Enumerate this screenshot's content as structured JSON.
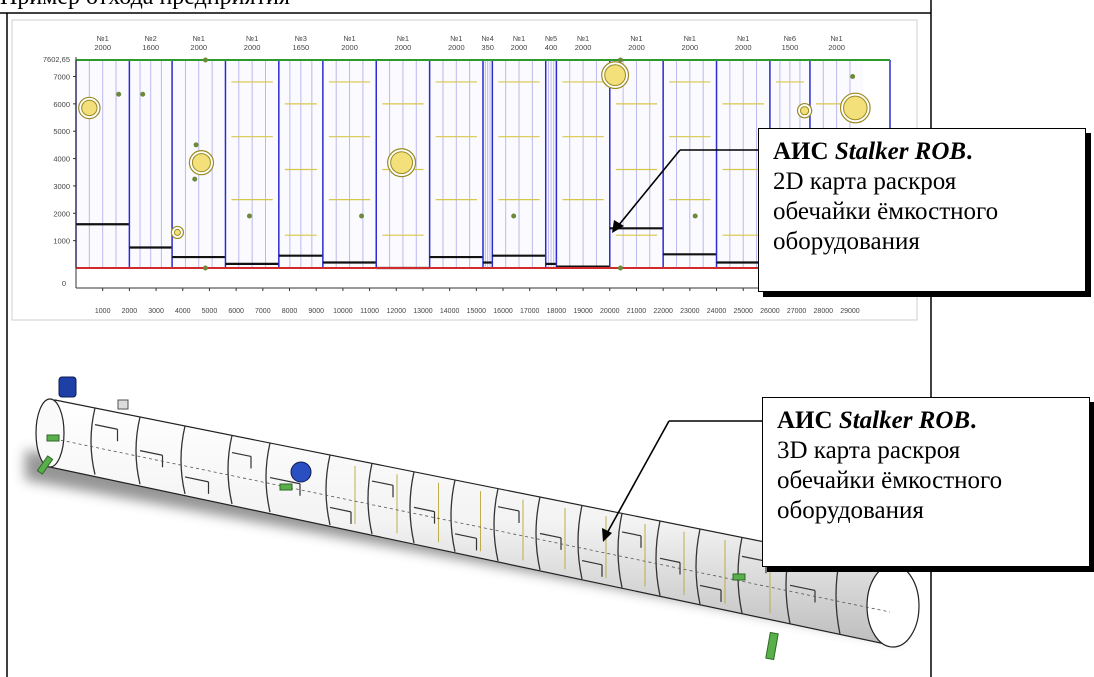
{
  "top_text_fragment": "Пример отхода предприятия",
  "callout_2d": {
    "prefix": "АИС ",
    "product": "Stalker ROB",
    "suffix": ".",
    "lines": [
      "2D  карта раскроя",
      "обечайки ёмкостного",
      "оборудования"
    ]
  },
  "callout_3d": {
    "prefix": "АИС ",
    "product": "Stalker ROB",
    "suffix": ".",
    "lines": [
      "3D  карта раскроя",
      "обечайки ёмкостного",
      "оборудования"
    ]
  },
  "chart_data": {
    "type": "cutting-map",
    "y_max_label": "7602,65",
    "y_ticks": [
      0,
      1000,
      2000,
      3000,
      4000,
      5000,
      6000,
      7000
    ],
    "x_ticks": [
      1000,
      2000,
      3000,
      4000,
      5000,
      6000,
      7000,
      8000,
      9000,
      10000,
      11000,
      12000,
      13000,
      14000,
      15000,
      16000,
      17000,
      18000,
      19000,
      20000,
      21000,
      22000,
      23000,
      24000,
      25000,
      26000,
      27000,
      28000,
      29000
    ],
    "xlim": [
      0,
      30500
    ],
    "ylim": [
      0,
      7602.65
    ],
    "sheets": [
      {
        "label": "№1",
        "width": "2000",
        "x0": 0,
        "x1": 2000,
        "fill": 1600
      },
      {
        "label": "№2",
        "width": "1600",
        "x0": 2000,
        "x1": 3600,
        "fill": 750
      },
      {
        "label": "№1",
        "width": "2000",
        "x0": 3600,
        "x1": 5600,
        "fill": 400
      },
      {
        "label": "№1",
        "width": "2000",
        "x0": 5600,
        "x1": 7600,
        "fill": 150
      },
      {
        "label": "№3",
        "width": "1650",
        "x0": 7600,
        "x1": 9250,
        "fill": 450
      },
      {
        "label": "№1",
        "width": "2000",
        "x0": 9250,
        "x1": 11250,
        "fill": 200
      },
      {
        "label": "№1",
        "width": "2000",
        "x0": 11250,
        "x1": 13250,
        "fill": 0
      },
      {
        "label": "№1",
        "width": "2000",
        "x0": 13250,
        "x1": 15250,
        "fill": 400
      },
      {
        "label": "№4",
        "width": "350",
        "x0": 15250,
        "x1": 15600,
        "fill": 200
      },
      {
        "label": "№1",
        "width": "2000",
        "x0": 15600,
        "x1": 17600,
        "fill": 450
      },
      {
        "label": "№5",
        "width": "400",
        "x0": 17600,
        "x1": 18000,
        "fill": 150
      },
      {
        "label": "№1",
        "width": "2000",
        "x0": 18000,
        "x1": 20000,
        "fill": 50
      },
      {
        "label": "№1",
        "width": "2000",
        "x0": 20000,
        "x1": 22000,
        "fill": 1450
      },
      {
        "label": "№1",
        "width": "2000",
        "x0": 22000,
        "x1": 24000,
        "fill": 500
      },
      {
        "label": "№1",
        "width": "2000",
        "x0": 24000,
        "x1": 26000,
        "fill": 200
      },
      {
        "label": "№6",
        "width": "1500",
        "x0": 26000,
        "x1": 27500,
        "fill": 0
      },
      {
        "label": "№1",
        "width": "2000",
        "x0": 27500,
        "x1": 29500,
        "fill": 0
      }
    ],
    "holes": [
      {
        "x": 500,
        "y": 5850,
        "r": 280
      },
      {
        "x": 4700,
        "y": 3850,
        "r": 330
      },
      {
        "x": 3800,
        "y": 1300,
        "r": 110
      },
      {
        "x": 12200,
        "y": 3850,
        "r": 400
      },
      {
        "x": 20200,
        "y": 7050,
        "r": 380
      },
      {
        "x": 27300,
        "y": 5750,
        "r": 150
      },
      {
        "x": 29200,
        "y": 5850,
        "r": 430
      }
    ],
    "dots": [
      {
        "x": 1600,
        "y": 6350
      },
      {
        "x": 2500,
        "y": 6350
      },
      {
        "x": 4500,
        "y": 4500
      },
      {
        "x": 4450,
        "y": 3250
      },
      {
        "x": 4850,
        "y": 7602
      },
      {
        "x": 4850,
        "y": 0
      },
      {
        "x": 6500,
        "y": 1900
      },
      {
        "x": 10700,
        "y": 1900
      },
      {
        "x": 16400,
        "y": 1900
      },
      {
        "x": 20400,
        "y": 7602
      },
      {
        "x": 20400,
        "y": 0
      },
      {
        "x": 23200,
        "y": 1900
      },
      {
        "x": 29100,
        "y": 7000
      }
    ]
  }
}
